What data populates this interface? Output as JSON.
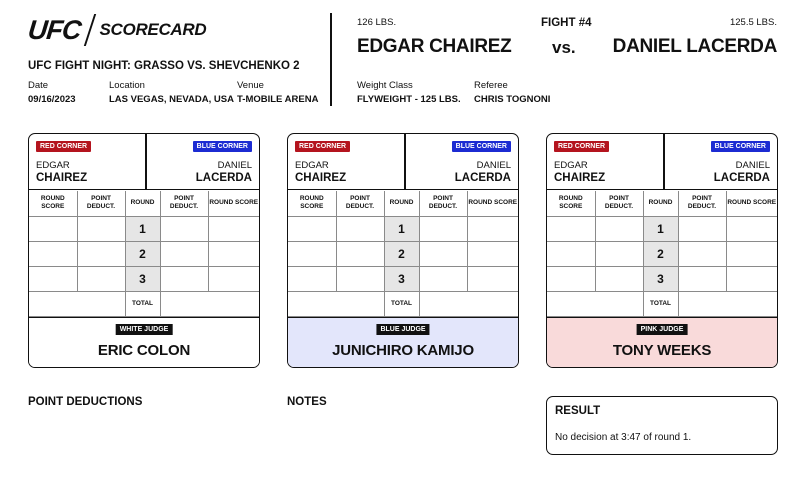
{
  "header": {
    "logo_ufc": "UFC",
    "logo_scorecard": "SCORECARD",
    "event": "UFC FIGHT NIGHT: GRASSO VS. SHEVCHENKO 2",
    "date_label": "Date",
    "date": "09/16/2023",
    "location_label": "Location",
    "location": "LAS VEGAS, NEVADA, USA",
    "venue_label": "Venue",
    "venue": "T-MOBILE ARENA"
  },
  "fight": {
    "red_weight": "126 LBS.",
    "red_name": "EDGAR CHAIREZ",
    "fight_number": "FIGHT #4",
    "vs": "vs.",
    "blue_weight": "125.5 LBS.",
    "blue_name": "DANIEL LACERDA",
    "weight_class_label": "Weight Class",
    "weight_class": "FLYWEIGHT - 125 LBS.",
    "referee_label": "Referee",
    "referee": "CHRIS TOGNONI"
  },
  "card_labels": {
    "red_corner": "RED CORNER",
    "blue_corner": "BLUE CORNER",
    "red_first": "EDGAR",
    "red_last": "CHAIREZ",
    "blue_first": "DANIEL",
    "blue_last": "LACERDA",
    "col_round_score": "ROUND SCORE",
    "col_point_deduct": "POINT DEDUCT.",
    "col_round": "ROUND",
    "rounds": [
      "1",
      "2",
      "3"
    ],
    "total": "TOTAL"
  },
  "judges": [
    {
      "badge": "WHITE JUDGE",
      "name": "ERIC COLON"
    },
    {
      "badge": "BLUE JUDGE",
      "name": "JUNICHIRO KAMIJO"
    },
    {
      "badge": "PINK JUDGE",
      "name": "TONY WEEKS"
    }
  ],
  "footer": {
    "point_deductions": "POINT DEDUCTIONS",
    "notes": "NOTES",
    "result_title": "RESULT",
    "result_text": "No decision at 3:47 of round 1."
  },
  "colors": {
    "red_corner": "#b4141e",
    "blue_corner": "#1c2bd2",
    "white_judge_bg": "#ffffff",
    "blue_judge_bg": "#e3e6fb",
    "pink_judge_bg": "#f9dada"
  }
}
